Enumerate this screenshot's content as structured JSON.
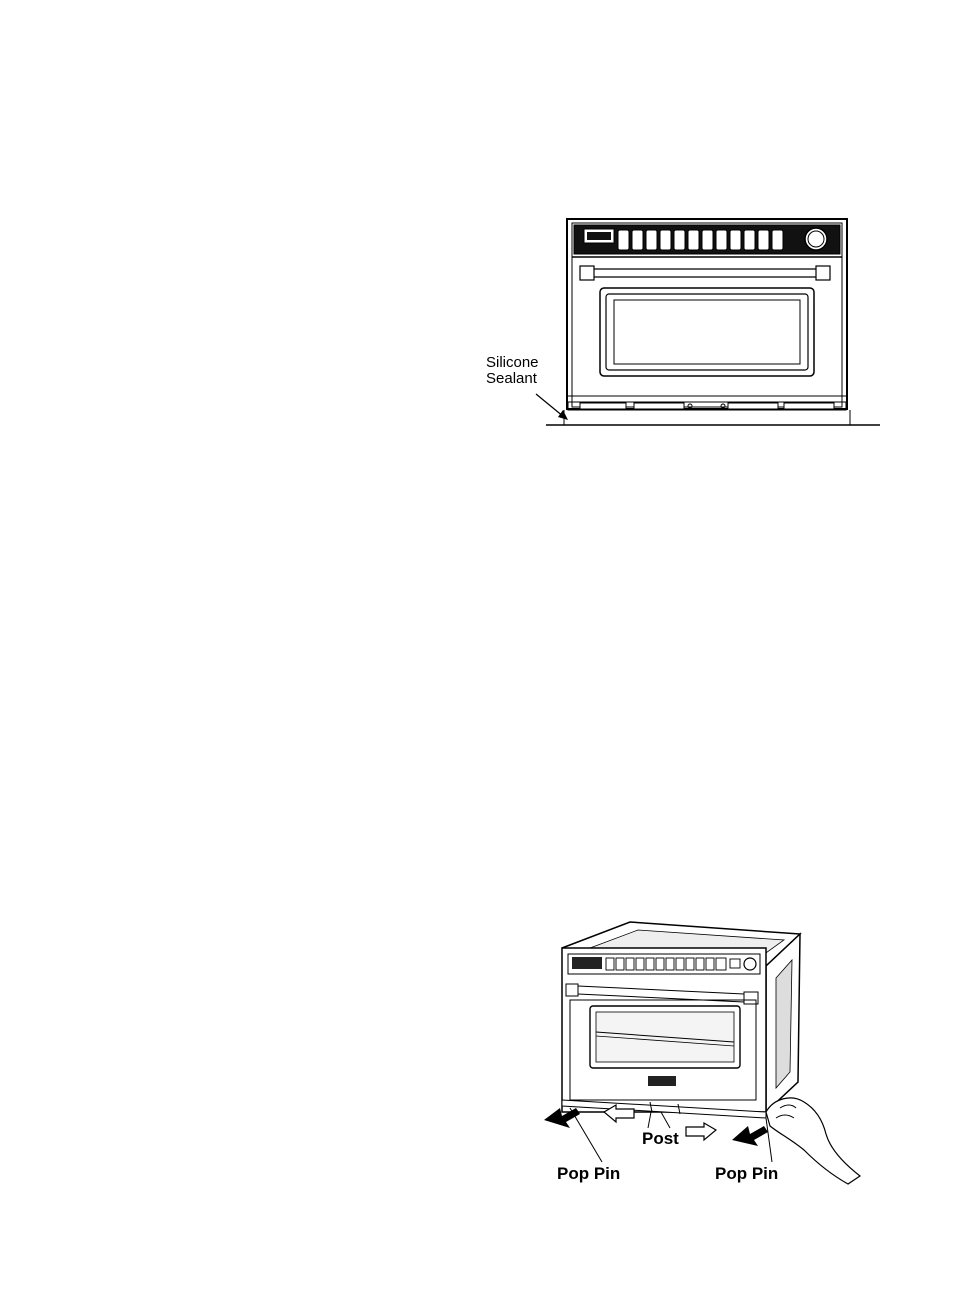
{
  "figures": {
    "top": {
      "label_line1": "Silicone",
      "label_line2": "Sealant"
    },
    "bottom": {
      "post_label": "Post",
      "pop_pin_left": "Pop Pin",
      "pop_pin_right": "Pop Pin"
    }
  }
}
